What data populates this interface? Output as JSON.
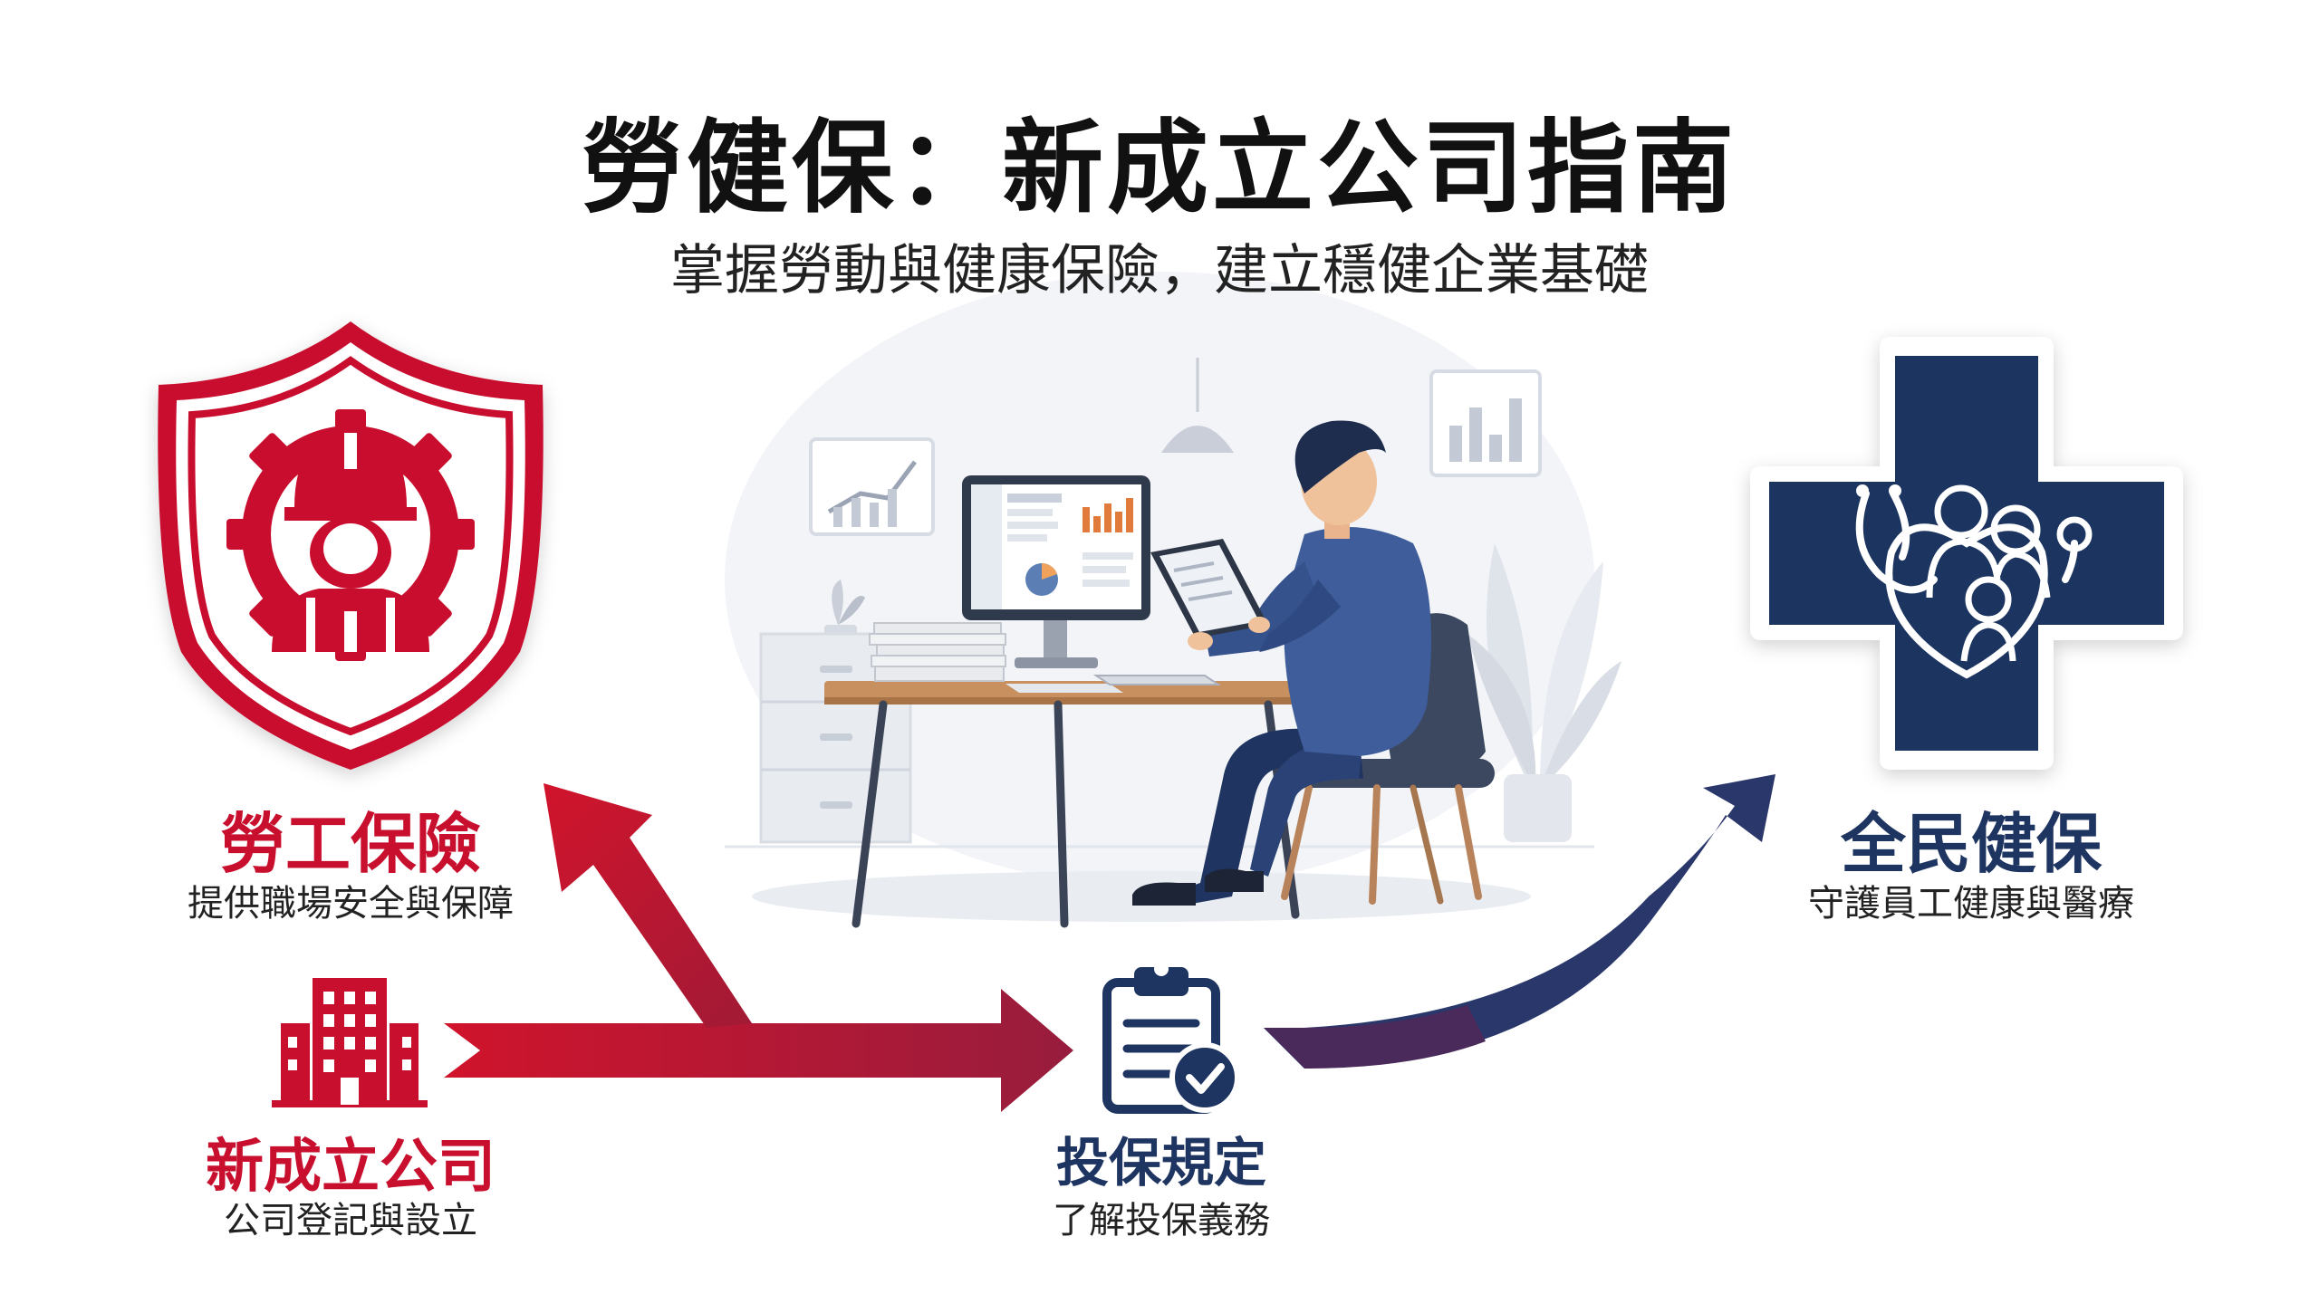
{
  "header": {
    "title": "勞健保：新成立公司指南",
    "subtitle": "掌握勞動與健康保險，建立穩健企業基礎"
  },
  "nodes": {
    "labor_insurance": {
      "title": "勞工保險",
      "desc": "提供職場安全與保障"
    },
    "new_company": {
      "title": "新成立公司",
      "desc": "公司登記與設立"
    },
    "regulations": {
      "title": "投保規定",
      "desc": "了解投保義務"
    },
    "health_insurance": {
      "title": "全民健保",
      "desc": "守護員工健康與醫療"
    }
  },
  "colors": {
    "red": "#c8102e",
    "navy": "#1e3461",
    "purple_mid": "#6a2450"
  },
  "icons": [
    "shield-worker-gear-icon",
    "building-icon",
    "clipboard-check-icon",
    "medical-cross-family-icon",
    "office-worker-illustration"
  ]
}
